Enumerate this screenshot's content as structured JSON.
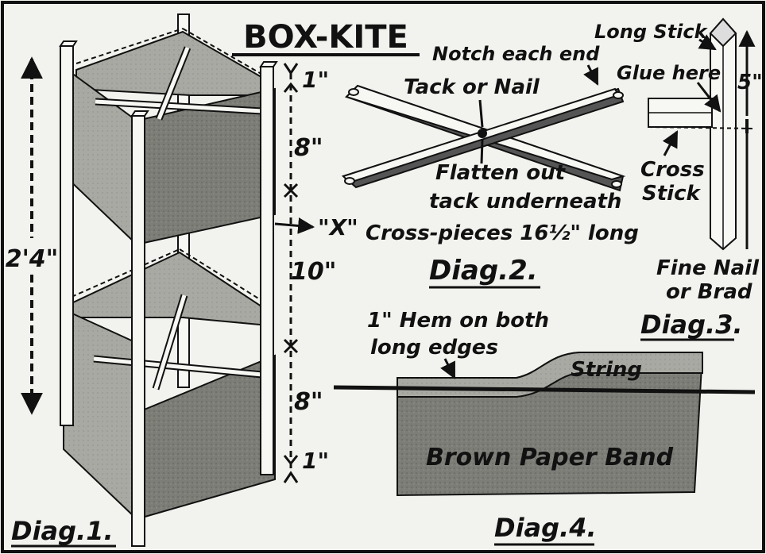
{
  "title": "BOX-KITE",
  "diag1": {
    "label": "Diag.1.",
    "height_label": "2'4\"",
    "dims": [
      "1\"",
      "8\"",
      "10\"",
      "8\"",
      "1\""
    ],
    "x_label": "\"X\""
  },
  "diag2": {
    "label": "Diag.2.",
    "notch": "Notch each end",
    "tack": "Tack or Nail",
    "flatten_1": "Flatten out",
    "flatten_2": "tack underneath",
    "crosspieces": "Cross-pieces 16½\" long"
  },
  "diag3": {
    "label": "Diag.3.",
    "long_stick": "Long Stick",
    "glue": "Glue here",
    "five": "5\"",
    "cross_1": "Cross",
    "cross_2": "Stick",
    "nail_1": "Fine Nail",
    "nail_2": "or Brad"
  },
  "diag4": {
    "label": "Diag.4.",
    "hem_1": "1\" Hem on both",
    "hem_2": "long edges",
    "string": "String",
    "band": "Brown Paper Band"
  },
  "colors": {
    "ink": "#111111",
    "paper": "#f2f2ee",
    "panel": "#8a8a85"
  }
}
